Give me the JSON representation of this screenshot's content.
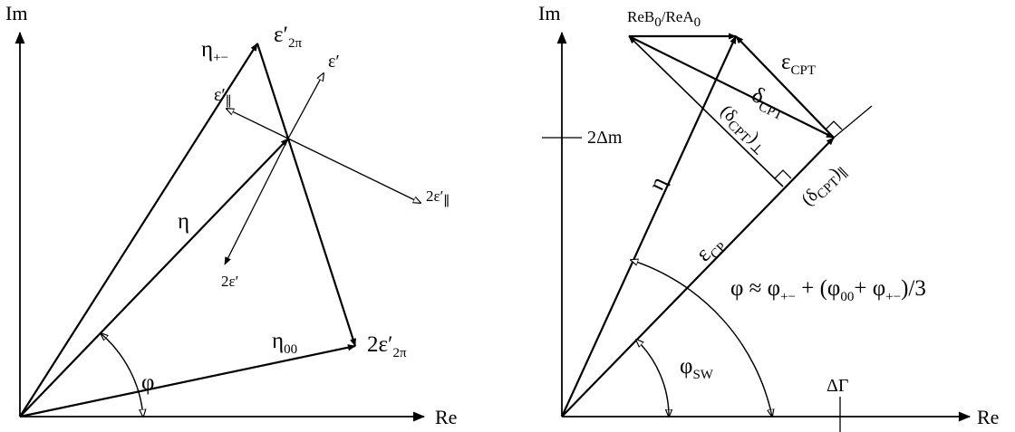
{
  "left_panel": {
    "axis_im": "Im",
    "axis_re": "Re",
    "eta_pm": {
      "base": "η",
      "sub": "+−"
    },
    "eps_prime_2pi": {
      "base": "ε′",
      "sub": "2π"
    },
    "eps_prime": "ε′",
    "eps_prime_par": {
      "base": "ε′",
      "sub": "∥"
    },
    "two_eps_prime_par": {
      "base": "2ε′",
      "sub": "∥"
    },
    "eta": "η",
    "two_eps_prime": "2ε′",
    "eta_00": {
      "base": "η",
      "sub": "00"
    },
    "two_eps_prime_2pi": {
      "base": "2ε′",
      "sub": "2π"
    },
    "phi": "φ"
  },
  "right_panel": {
    "axis_im": "Im",
    "axis_re": "Re",
    "reb0_rea0": {
      "p1": "ReB",
      "s1": "0",
      "p2": "/ReA",
      "s2": "0"
    },
    "eps_cpt": {
      "base": "ε",
      "sub": "CPT"
    },
    "delta_cpt": {
      "base": "δ",
      "sub": "CPT"
    },
    "two_delta_m": "2Δm",
    "delta_cpt_perp": {
      "open": "(δ",
      "sub": "CPT",
      "close": ")",
      "sub2": "⊥"
    },
    "delta_cpt_par": {
      "open": "(δ",
      "sub": "CPT",
      "close": ")",
      "sub2": "∥"
    },
    "eta": "η",
    "eps_cp": {
      "base": "ε",
      "sub": "CP"
    },
    "phi_relation": {
      "a": "φ ≈ φ",
      "s1": "+−",
      "b": " + (φ",
      "s2": "00",
      "c": "+ φ",
      "s3": "+−",
      "d": ")/3"
    },
    "phi_sw": {
      "base": "φ",
      "sub": "SW"
    },
    "delta_gamma": "ΔΓ"
  }
}
